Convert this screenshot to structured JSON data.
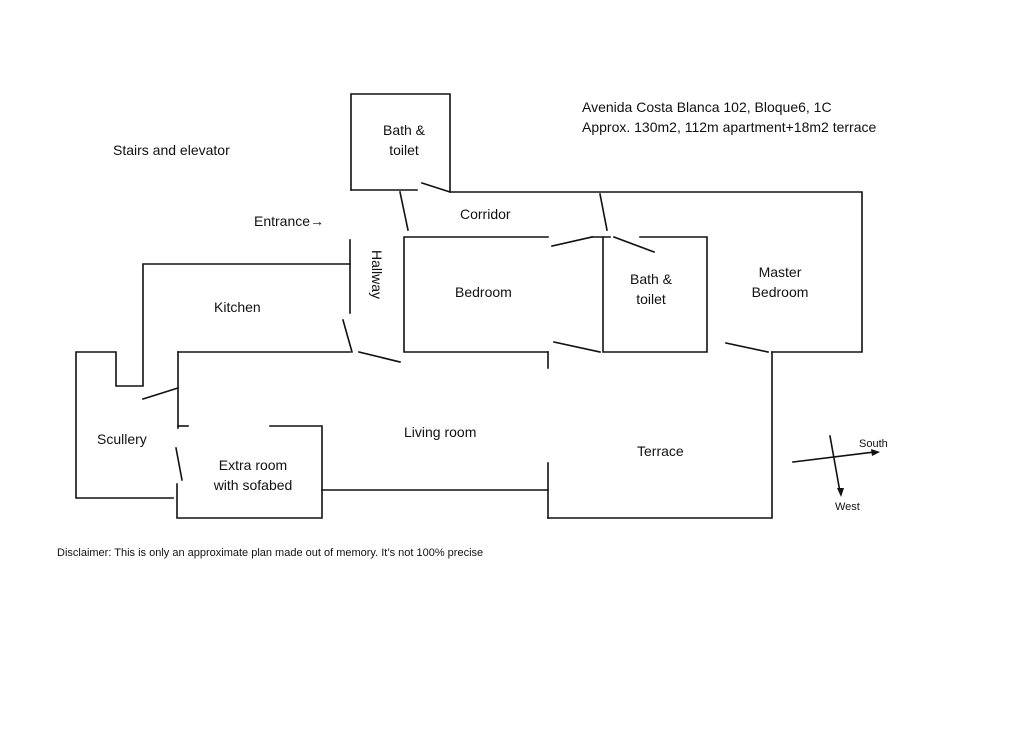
{
  "header": {
    "address": "Avenida Costa Blanca 102, Bloque6, 1C",
    "area": "Approx. 130m2, 112m apartment+18m2 terrace"
  },
  "labels": {
    "stairs": "Stairs and elevator",
    "entrance": "Entrance",
    "entrance_arrow": "→",
    "bath_top_line1": "Bath &",
    "bath_top_line2": "toilet",
    "corridor": "Corridor",
    "hallway": "Hallway",
    "kitchen": "Kitchen",
    "bedroom": "Bedroom",
    "bath_mid_line1": "Bath &",
    "bath_mid_line2": "toilet",
    "master_line1": "Master",
    "master_line2": "Bedroom",
    "scullery": "Scullery",
    "extra_line1": "Extra room",
    "extra_line2": "with sofabed",
    "living": "Living room",
    "terrace": "Terrace"
  },
  "compass": {
    "south": "South",
    "west": "West"
  },
  "disclaimer": "Disclaimer: This is only an approximate plan made out of memory. It’s not 100% precise",
  "colors": {
    "line": "#111111",
    "background": "#ffffff"
  }
}
